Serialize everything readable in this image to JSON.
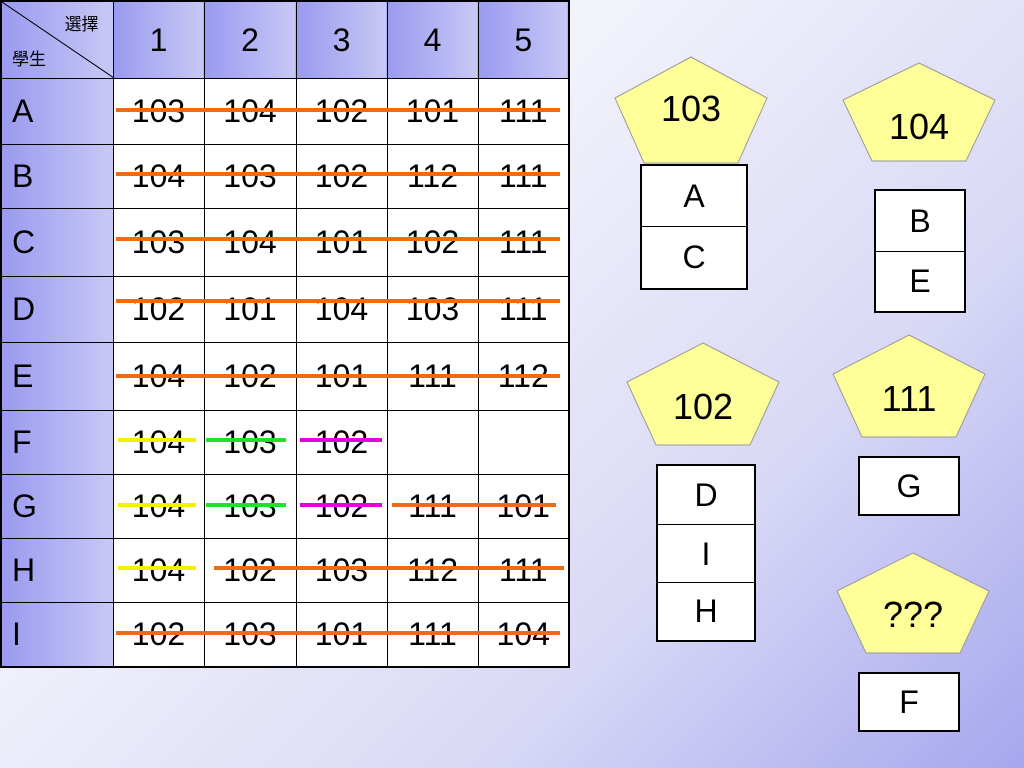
{
  "table": {
    "corner_top": "選擇",
    "corner_bottom": "學生",
    "columns": [
      "1",
      "2",
      "3",
      "4",
      "5"
    ],
    "rows": [
      {
        "name": "A",
        "choices": [
          "103",
          "104",
          "102",
          "101",
          "111"
        ]
      },
      {
        "name": "B",
        "choices": [
          "104",
          "103",
          "102",
          "112",
          "111"
        ]
      },
      {
        "name": "C",
        "choices": [
          "103",
          "104",
          "101",
          "102",
          "111"
        ]
      },
      {
        "name": "D",
        "choices": [
          "102",
          "101",
          "104",
          "103",
          "111"
        ]
      },
      {
        "name": "E",
        "choices": [
          "104",
          "102",
          "101",
          "111",
          "112"
        ]
      },
      {
        "name": "F",
        "choices": [
          "104",
          "103",
          "102",
          "",
          ""
        ]
      },
      {
        "name": "G",
        "choices": [
          "104",
          "103",
          "102",
          "111",
          "101"
        ]
      },
      {
        "name": "H",
        "choices": [
          "104",
          "102",
          "103",
          "112",
          "111"
        ]
      },
      {
        "name": "I",
        "choices": [
          "102",
          "103",
          "101",
          "111",
          "104"
        ]
      }
    ]
  },
  "strike_colors": {
    "orange": "#f06a14",
    "yellow": "#f2f200",
    "green": "#22e022",
    "magenta": "#e000e0"
  },
  "pentagon_color": "#ffff99",
  "groups": [
    {
      "label": "103",
      "members": [
        "A",
        "C"
      ]
    },
    {
      "label": "104",
      "members": [
        "B",
        "E"
      ]
    },
    {
      "label": "102",
      "members": [
        "D",
        "I",
        "H"
      ]
    },
    {
      "label": "111",
      "members": [
        "G"
      ]
    },
    {
      "label": "???",
      "members": [
        "F"
      ]
    }
  ]
}
